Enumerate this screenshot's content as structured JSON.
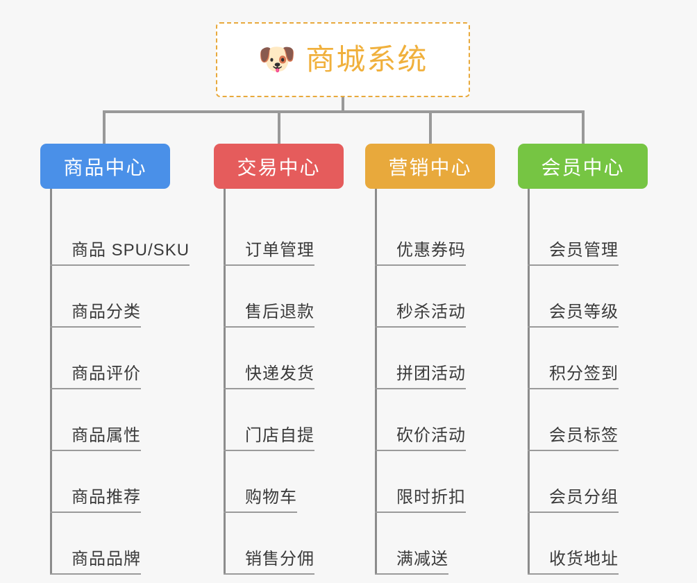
{
  "background_color": "#f7f7f7",
  "root": {
    "icon": "shiba-dog-face-icon",
    "icon_glyph": "🐶",
    "title": "商城系统",
    "title_color": "#f0b03c",
    "border_color": "#e8a93c"
  },
  "connector_color": "#999999",
  "branches": [
    {
      "label": "商品中心",
      "color": "#4a90e8",
      "items": [
        "商品 SPU/SKU",
        "商品分类",
        "商品评价",
        "商品属性",
        "商品推荐",
        "商品品牌"
      ]
    },
    {
      "label": "交易中心",
      "color": "#e55c5c",
      "items": [
        "订单管理",
        "售后退款",
        "快递发货",
        "门店自提",
        "购物车",
        "销售分佣"
      ]
    },
    {
      "label": "营销中心",
      "color": "#e8a93c",
      "items": [
        "优惠券码",
        "秒杀活动",
        "拼团活动",
        "砍价活动",
        "限时折扣",
        "满减送"
      ]
    },
    {
      "label": "会员中心",
      "color": "#76c543",
      "items": [
        "会员管理",
        "会员等级",
        "积分签到",
        "会员标签",
        "会员分组",
        "收货地址"
      ]
    }
  ]
}
